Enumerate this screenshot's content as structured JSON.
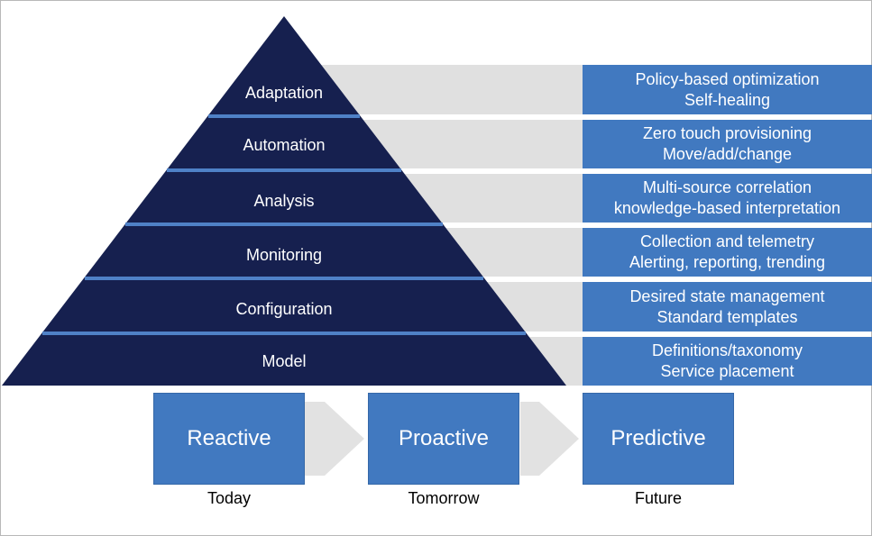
{
  "levels": [
    "Adaptation",
    "Automation",
    "Analysis",
    "Monitoring",
    "Configuration",
    "Model"
  ],
  "capabilities": [
    [
      "Policy-based optimization",
      "Self-healing"
    ],
    [
      "Zero touch provisioning",
      "Move/add/change"
    ],
    [
      "Multi-source correlation",
      "knowledge-based interpretation"
    ],
    [
      "Collection and telemetry",
      "Alerting, reporting, trending"
    ],
    [
      "Desired state management",
      "Standard templates"
    ],
    [
      "Definitions/taxonomy",
      "Service placement"
    ]
  ],
  "stages": [
    {
      "label": "Reactive",
      "when": "Today"
    },
    {
      "label": "Proactive",
      "when": "Tomorrow"
    },
    {
      "label": "Predictive",
      "when": "Future"
    }
  ],
  "colors": {
    "pyramid": "#16204f",
    "separator": "#4f81c7",
    "box": "#4179c0",
    "band": "#e0e0e0"
  }
}
